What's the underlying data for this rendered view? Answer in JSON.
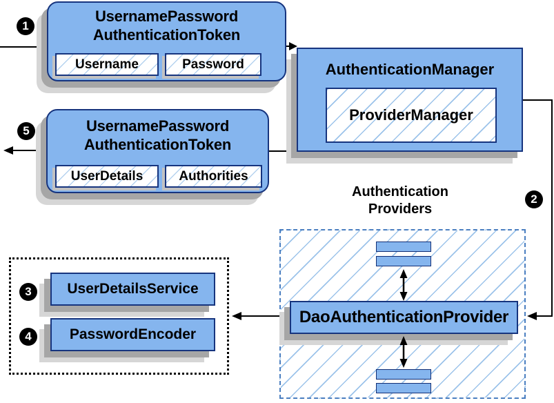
{
  "colors": {
    "box_fill": "#85b5ee",
    "box_border": "#16347e",
    "hatch_line": "#9cc3ea",
    "dashed_border": "#4a7ec0",
    "shadow_dark": "#a6a6a6",
    "shadow_light": "#d6d6d6",
    "connector": "#000000",
    "badge_bg": "#000000",
    "badge_text": "#ffffff"
  },
  "badges": {
    "step1": "1",
    "step2": "2",
    "step3": "3",
    "step4": "4",
    "step5": "5"
  },
  "request_token": {
    "title_line1": "UsernamePassword",
    "title_line2": "AuthenticationToken",
    "fields": [
      "Username",
      "Password"
    ]
  },
  "authentication_manager": {
    "title": "AuthenticationManager",
    "provider_manager": "ProviderManager"
  },
  "result_token": {
    "title_line1": "UsernamePassword",
    "title_line2": "AuthenticationToken",
    "fields": [
      "UserDetails",
      "Authorities"
    ]
  },
  "providers_group": {
    "label_line1": "Authentication",
    "label_line2": "Providers",
    "dao_provider": "DaoAuthenticationProvider"
  },
  "services_group": {
    "user_details_service": "UserDetailsService",
    "password_encoder": "PasswordEncoder"
  }
}
